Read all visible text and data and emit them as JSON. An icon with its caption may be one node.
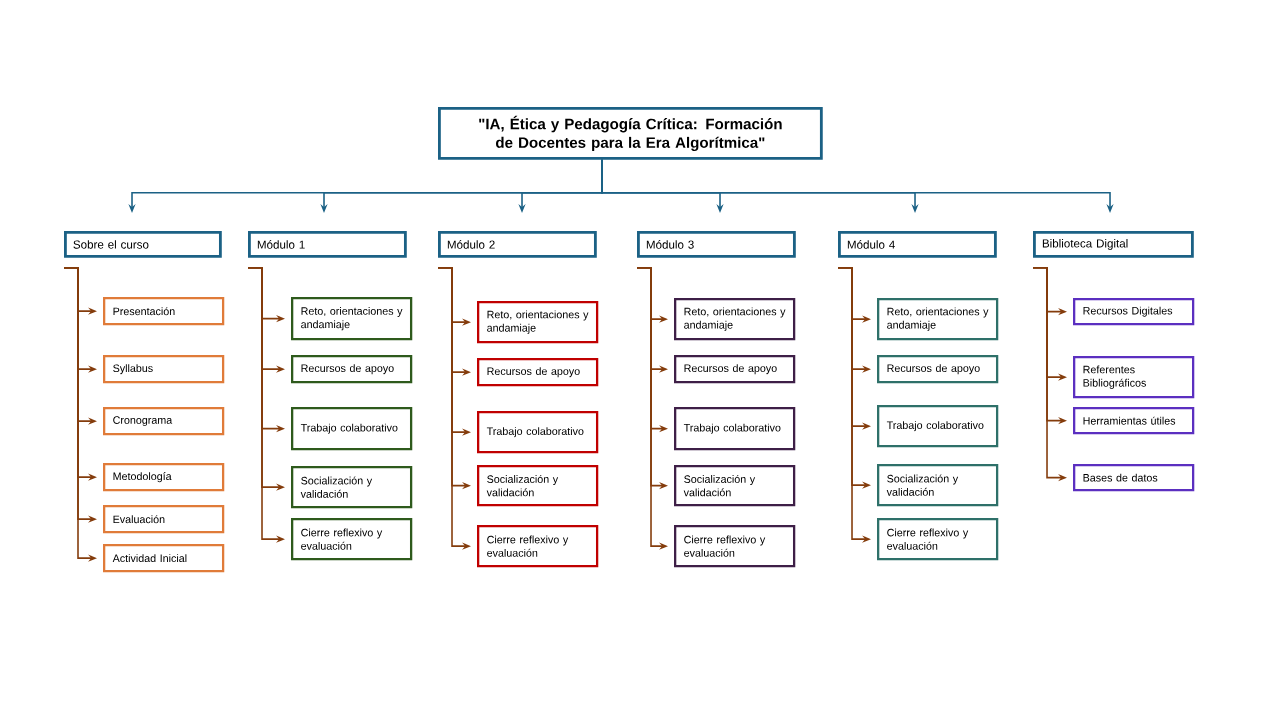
{
  "diagram": {
    "nodes": [
      {
        "text": [
          "\"IA, Ética y Pedagogía Crítica: Formación de Docentes para la Era Algorítmica\""
        ]
      },
      {
        "text": [
          "Sobre el curso"
        ]
      },
      {
        "text": [
          "Módulo 1"
        ]
      },
      {
        "text": [
          "Módulo 2"
        ]
      },
      {
        "text": [
          "Módulo 3"
        ]
      },
      {
        "text": [
          "Módulo 4"
        ]
      },
      {
        "text": [
          "Biblioteca Digital"
        ]
      },
      {
        "text": [
          "Presentación"
        ]
      },
      {
        "text": [
          "Syllabus"
        ]
      },
      {
        "text": [
          "Cronograma"
        ]
      },
      {
        "text": [
          "Metodología"
        ]
      },
      {
        "text": [
          "Evaluación"
        ]
      },
      {
        "text": [
          "Actividad Inicial"
        ]
      },
      {
        "text": [
          "Reto, orientaciones y andamiaje"
        ]
      },
      {
        "text": [
          "Recursos de apoyo"
        ]
      },
      {
        "text": [
          "Trabajo colaborativo"
        ]
      },
      {
        "text": [
          "Socialización y validación"
        ]
      },
      {
        "text": [
          "Cierre reflexivo y evaluación"
        ]
      },
      {
        "text": [
          "Reto, orientaciones y andamiaje"
        ]
      },
      {
        "text": [
          "Recursos de apoyo"
        ]
      },
      {
        "text": [
          "Trabajo colaborativo"
        ]
      },
      {
        "text": [
          "Socialización y validación"
        ]
      },
      {
        "text": [
          "Cierre reflexivo y evaluación"
        ]
      },
      {
        "text": [
          "Reto, orientaciones y andamiaje"
        ]
      },
      {
        "text": [
          "Recursos de apoyo"
        ]
      },
      {
        "text": [
          "Trabajo colaborativo"
        ]
      },
      {
        "text": [
          "Socialización y validación"
        ]
      },
      {
        "text": [
          "Cierre reflexivo y evaluación"
        ]
      },
      {
        "text": [
          "Reto, orientaciones y andamiaje"
        ]
      },
      {
        "text": [
          "Recursos de apoyo"
        ]
      },
      {
        "text": [
          "Trabajo colaborativo"
        ]
      },
      {
        "text": [
          "Socialización y validación"
        ]
      },
      {
        "text": [
          "Cierre reflexivo y evaluación"
        ]
      },
      {
        "text": [
          "Recursos Digitales"
        ]
      },
      {
        "text": [
          "Referentes Bibliográficos"
        ]
      },
      {
        "text": [
          "Herramientas útiles"
        ]
      },
      {
        "text": [
          "Bases de datos"
        ]
      }
    ],
    "edges": [
      {
        "from": 0,
        "to": 1,
        "arrow": "to",
        "color": "#1b6185"
      },
      {
        "from": 0,
        "to": 2,
        "arrow": "to",
        "color": "#1b6185"
      },
      {
        "from": 0,
        "to": 3,
        "arrow": "to",
        "color": "#1b6185"
      },
      {
        "from": 0,
        "to": 4,
        "arrow": "to",
        "color": "#1b6185"
      },
      {
        "from": 0,
        "to": 5,
        "arrow": "to",
        "color": "#1b6185"
      },
      {
        "from": 0,
        "to": 6,
        "arrow": "to",
        "color": "#1b6185"
      },
      {
        "from": 1,
        "to": 7,
        "arrow": "to"
      },
      {
        "from": 1,
        "to": 8,
        "arrow": "to"
      },
      {
        "from": 1,
        "to": 9,
        "arrow": "to"
      },
      {
        "from": 1,
        "to": 10,
        "arrow": "to"
      },
      {
        "from": 1,
        "to": 11,
        "arrow": "to"
      },
      {
        "from": 1,
        "to": 12,
        "arrow": "to"
      },
      {
        "from": 2,
        "to": 13,
        "arrow": "to"
      },
      {
        "from": 2,
        "to": 14,
        "arrow": "to"
      },
      {
        "from": 2,
        "to": 15,
        "arrow": "to"
      },
      {
        "from": 2,
        "to": 16,
        "arrow": "to"
      },
      {
        "from": 2,
        "to": 17,
        "arrow": "to"
      },
      {
        "from": 3,
        "to": 18,
        "arrow": "to"
      },
      {
        "from": 3,
        "to": 19,
        "arrow": "to"
      },
      {
        "from": 3,
        "to": 20,
        "arrow": "to"
      },
      {
        "from": 3,
        "to": 21,
        "arrow": "to"
      },
      {
        "from": 3,
        "to": 22,
        "arrow": "to"
      },
      {
        "from": 4,
        "to": 23,
        "arrow": "to"
      },
      {
        "from": 4,
        "to": 24,
        "arrow": "to"
      },
      {
        "from": 4,
        "to": 25,
        "arrow": "to"
      },
      {
        "from": 4,
        "to": 26,
        "arrow": "to"
      },
      {
        "from": 4,
        "to": 27,
        "arrow": "to"
      },
      {
        "from": 5,
        "to": 28,
        "arrow": "to"
      },
      {
        "from": 5,
        "to": 29,
        "arrow": "to"
      },
      {
        "from": 5,
        "to": 30,
        "arrow": "to"
      },
      {
        "from": 5,
        "to": 31,
        "arrow": "to"
      },
      {
        "from": 5,
        "to": 32,
        "arrow": "to"
      },
      {
        "from": 6,
        "to": 33,
        "arrow": "to"
      },
      {
        "from": 6,
        "to": 34,
        "arrow": "to"
      },
      {
        "from": 6,
        "to": 35,
        "arrow": "to"
      },
      {
        "from": 6,
        "to": 36,
        "arrow": "to"
      }
    ]
  }
}
